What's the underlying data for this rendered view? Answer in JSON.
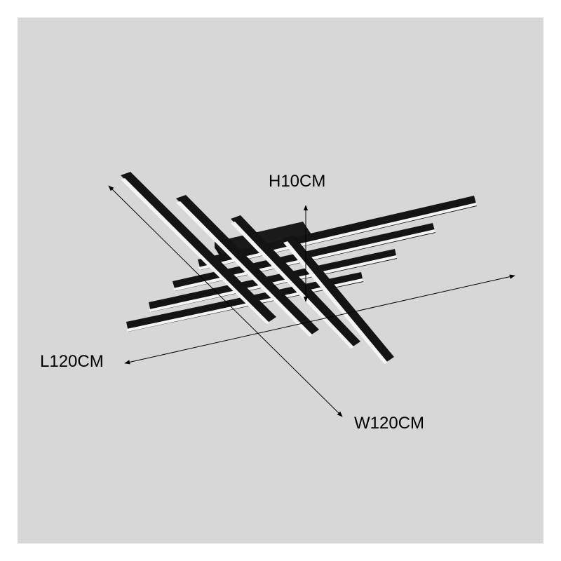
{
  "image": {
    "subject": "linear-bar-led-ceiling-light",
    "background_color": "#d7d7d7",
    "fixture_color": "#141414",
    "light_color": "#ffffff"
  },
  "dimensions": {
    "height_label": "H10CM",
    "length_label": "L120CM",
    "width_label": "W120CM"
  }
}
